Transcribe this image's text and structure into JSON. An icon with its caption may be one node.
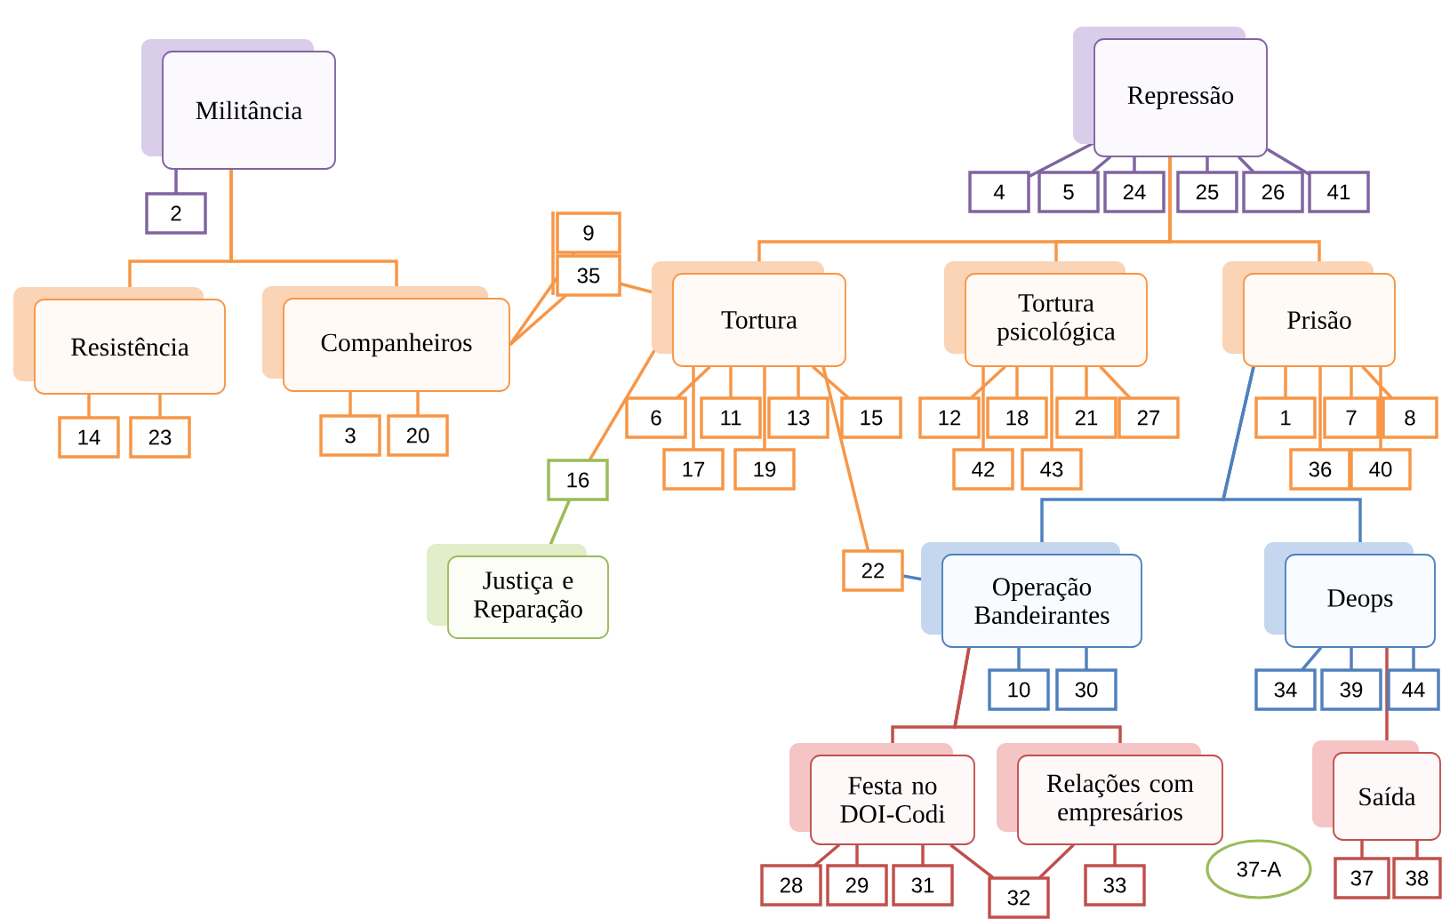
{
  "diagram": {
    "nodes": [
      {
        "text": [
          "Militância"
        ]
      },
      {
        "text": [
          "2"
        ]
      },
      {
        "text": [
          "Resistência"
        ]
      },
      {
        "text": [
          "14"
        ]
      },
      {
        "text": [
          "23"
        ]
      },
      {
        "text": [
          "Companheiros"
        ]
      },
      {
        "text": [
          "3"
        ]
      },
      {
        "text": [
          "20"
        ]
      },
      {
        "text": [
          "9"
        ]
      },
      {
        "text": [
          "35"
        ]
      },
      {
        "text": [
          "Repressão"
        ]
      },
      {
        "text": [
          "4"
        ]
      },
      {
        "text": [
          "5"
        ]
      },
      {
        "text": [
          "24"
        ]
      },
      {
        "text": [
          "25"
        ]
      },
      {
        "text": [
          "26"
        ]
      },
      {
        "text": [
          "41"
        ]
      },
      {
        "text": [
          "Tortura"
        ]
      },
      {
        "text": [
          "6"
        ]
      },
      {
        "text": [
          "11"
        ]
      },
      {
        "text": [
          "13"
        ]
      },
      {
        "text": [
          "15"
        ]
      },
      {
        "text": [
          "17"
        ]
      },
      {
        "text": [
          "19"
        ]
      },
      {
        "text": [
          "Tortura psicológica"
        ]
      },
      {
        "text": [
          "12"
        ]
      },
      {
        "text": [
          "18"
        ]
      },
      {
        "text": [
          "21"
        ]
      },
      {
        "text": [
          "27"
        ]
      },
      {
        "text": [
          "42"
        ]
      },
      {
        "text": [
          "43"
        ]
      },
      {
        "text": [
          "Prisão"
        ]
      },
      {
        "text": [
          "1"
        ]
      },
      {
        "text": [
          "7"
        ]
      },
      {
        "text": [
          "8"
        ]
      },
      {
        "text": [
          "36"
        ]
      },
      {
        "text": [
          "40"
        ]
      },
      {
        "text": [
          "16"
        ]
      },
      {
        "text": [
          "Justiça e Reparação"
        ]
      },
      {
        "text": [
          "22"
        ]
      },
      {
        "text": [
          "Operação Bandeirantes"
        ]
      },
      {
        "text": [
          "10"
        ]
      },
      {
        "text": [
          "30"
        ]
      },
      {
        "text": [
          "Deops"
        ]
      },
      {
        "text": [
          "34"
        ]
      },
      {
        "text": [
          "39"
        ]
      },
      {
        "text": [
          "44"
        ]
      },
      {
        "text": [
          "Festa no DOI-Codi"
        ]
      },
      {
        "text": [
          "Relações com empresários"
        ]
      },
      {
        "text": [
          "Saída"
        ]
      },
      {
        "text": [
          "28"
        ]
      },
      {
        "text": [
          "29"
        ]
      },
      {
        "text": [
          "31"
        ]
      },
      {
        "text": [
          "32"
        ]
      },
      {
        "text": [
          "33"
        ]
      },
      {
        "text": [
          "37-A"
        ]
      },
      {
        "text": [
          "37"
        ]
      },
      {
        "text": [
          "38"
        ]
      }
    ],
    "edges": [
      {
        "from": 0,
        "to": 1,
        "arrow": "none",
        "color": "#8064a2"
      },
      {
        "from": 0,
        "to": 2,
        "arrow": "none"
      },
      {
        "from": 0,
        "to": 5,
        "arrow": "none"
      },
      {
        "from": 2,
        "to": 3,
        "arrow": "none"
      },
      {
        "from": 2,
        "to": 4,
        "arrow": "none"
      },
      {
        "from": 5,
        "to": 6,
        "arrow": "none"
      },
      {
        "from": 5,
        "to": 7,
        "arrow": "none"
      },
      {
        "from": 5,
        "to": 8,
        "arrow": "none"
      },
      {
        "from": 5,
        "to": 9,
        "arrow": "none"
      },
      {
        "from": 9,
        "to": 17,
        "arrow": "none"
      },
      {
        "from": 10,
        "to": 11,
        "arrow": "none",
        "color": "#8064a2"
      },
      {
        "from": 10,
        "to": 12,
        "arrow": "none",
        "color": "#8064a2"
      },
      {
        "from": 10,
        "to": 13,
        "arrow": "none",
        "color": "#8064a2"
      },
      {
        "from": 10,
        "to": 14,
        "arrow": "none",
        "color": "#8064a2"
      },
      {
        "from": 10,
        "to": 15,
        "arrow": "none",
        "color": "#8064a2"
      },
      {
        "from": 10,
        "to": 16,
        "arrow": "none",
        "color": "#8064a2"
      },
      {
        "from": 10,
        "to": 17,
        "arrow": "none"
      },
      {
        "from": 10,
        "to": 24,
        "arrow": "none"
      },
      {
        "from": 10,
        "to": 31,
        "arrow": "none"
      },
      {
        "from": 17,
        "to": 18,
        "arrow": "none"
      },
      {
        "from": 17,
        "to": 19,
        "arrow": "none"
      },
      {
        "from": 17,
        "to": 20,
        "arrow": "none"
      },
      {
        "from": 17,
        "to": 21,
        "arrow": "none"
      },
      {
        "from": 17,
        "to": 22,
        "arrow": "none"
      },
      {
        "from": 17,
        "to": 23,
        "arrow": "none"
      },
      {
        "from": 17,
        "to": 37,
        "arrow": "none"
      },
      {
        "from": 37,
        "to": 38,
        "arrow": "none",
        "color": "#9bbb59"
      },
      {
        "from": 17,
        "to": 39,
        "arrow": "none"
      },
      {
        "from": 24,
        "to": 25,
        "arrow": "none"
      },
      {
        "from": 24,
        "to": 26,
        "arrow": "none"
      },
      {
        "from": 24,
        "to": 27,
        "arrow": "none"
      },
      {
        "from": 24,
        "to": 28,
        "arrow": "none"
      },
      {
        "from": 24,
        "to": 29,
        "arrow": "none"
      },
      {
        "from": 24,
        "to": 30,
        "arrow": "none"
      },
      {
        "from": 31,
        "to": 32,
        "arrow": "none"
      },
      {
        "from": 31,
        "to": 33,
        "arrow": "none"
      },
      {
        "from": 31,
        "to": 34,
        "arrow": "none"
      },
      {
        "from": 31,
        "to": 35,
        "arrow": "none"
      },
      {
        "from": 31,
        "to": 36,
        "arrow": "none"
      },
      {
        "from": 31,
        "to": 40,
        "arrow": "none",
        "color": "#4f81bd"
      },
      {
        "from": 31,
        "to": 43,
        "arrow": "none",
        "color": "#4f81bd"
      },
      {
        "from": 39,
        "to": 40,
        "arrow": "none",
        "color": "#4f81bd"
      },
      {
        "from": 40,
        "to": 41,
        "arrow": "none",
        "color": "#4f81bd"
      },
      {
        "from": 40,
        "to": 42,
        "arrow": "none",
        "color": "#4f81bd"
      },
      {
        "from": 43,
        "to": 44,
        "arrow": "none",
        "color": "#4f81bd"
      },
      {
        "from": 43,
        "to": 45,
        "arrow": "none",
        "color": "#4f81bd"
      },
      {
        "from": 43,
        "to": 46,
        "arrow": "none",
        "color": "#4f81bd"
      },
      {
        "from": 40,
        "to": 47,
        "arrow": "none",
        "color": "#c0504d"
      },
      {
        "from": 40,
        "to": 48,
        "arrow": "none",
        "color": "#c0504d"
      },
      {
        "from": 43,
        "to": 49,
        "arrow": "none",
        "color": "#c0504d"
      },
      {
        "from": 47,
        "to": 50,
        "arrow": "none",
        "color": "#c0504d"
      },
      {
        "from": 47,
        "to": 51,
        "arrow": "none",
        "color": "#c0504d"
      },
      {
        "from": 47,
        "to": 52,
        "arrow": "none",
        "color": "#c0504d"
      },
      {
        "from": 47,
        "to": 53,
        "arrow": "none",
        "color": "#c0504d"
      },
      {
        "from": 48,
        "to": 53,
        "arrow": "none",
        "color": "#c0504d"
      },
      {
        "from": 48,
        "to": 54,
        "arrow": "none",
        "color": "#c0504d"
      },
      {
        "from": 49,
        "to": 56,
        "arrow": "none",
        "color": "#c0504d"
      },
      {
        "from": 49,
        "to": 57,
        "arrow": "none",
        "color": "#c0504d"
      }
    ]
  }
}
